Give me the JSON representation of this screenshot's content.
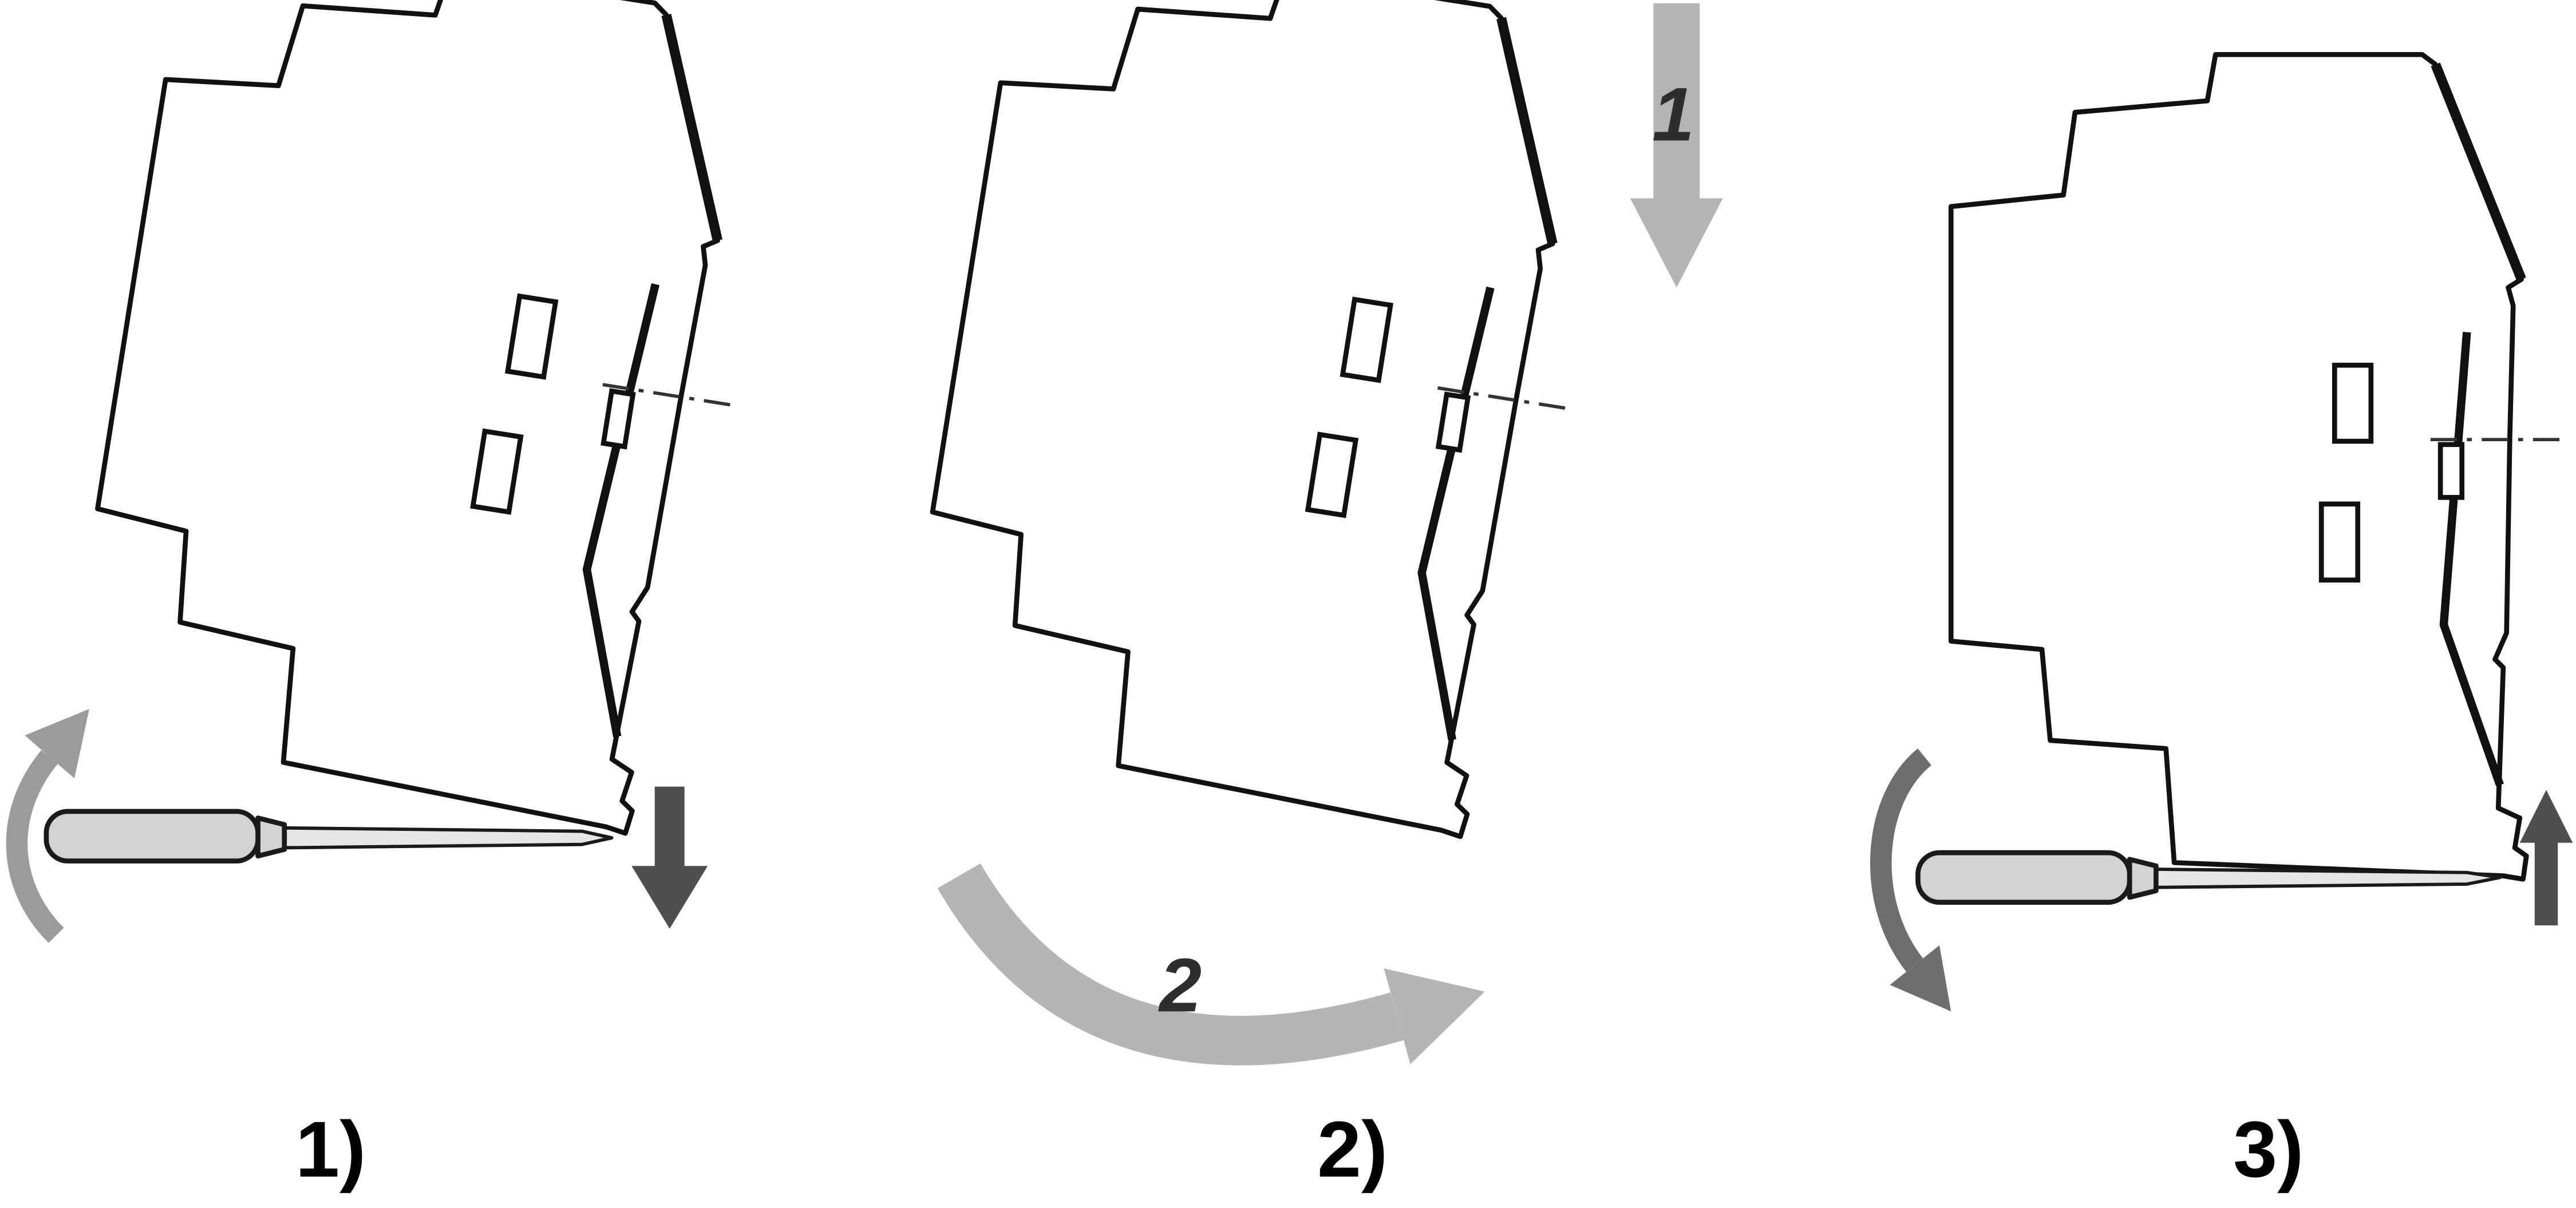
{
  "labels": {
    "steps": [
      "1)",
      "2)",
      "3)"
    ],
    "arrow_down_number": "1",
    "arrow_rotate_number": "2"
  },
  "colors": {
    "light_arrow": "#b4b4b4",
    "medium_arrow": "#9b9b9b",
    "curved_dark_arrow": "#6e6e6e",
    "dark_arrow": "#4f4f4f",
    "number_color": "#2e2e2e",
    "handle_fill": "#d2d2d2",
    "blade_fill": "#e6e6e6"
  }
}
